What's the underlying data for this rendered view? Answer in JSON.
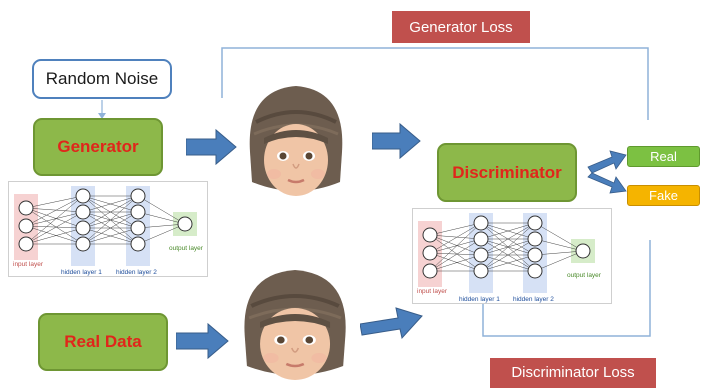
{
  "labels": {
    "generator_loss": "Generator Loss",
    "random_noise": "Random Noise",
    "generator": "Generator",
    "discriminator": "Discriminator",
    "real_data": "Real Data",
    "real": "Real",
    "fake": "Fake",
    "discriminator_loss": "Discriminator Loss"
  },
  "nn_generator": {
    "input_layer": "input layer",
    "hidden_layer_1": "hidden layer 1",
    "hidden_layer_2": "hidden layer 2",
    "output_layer": "output layer"
  },
  "nn_discriminator": {
    "input_layer": "input layer",
    "hidden_layer_1": "hidden layer 1",
    "hidden_layer_2": "hidden layer 2",
    "output_layer": "output layer"
  },
  "colors": {
    "loss_red": "#c0504d",
    "green": "#8db84a",
    "label_red": "#e0261b",
    "arrow_blue": "#4a7ebb",
    "real_green": "#7cc142",
    "fake_orange": "#f5b400",
    "line_blue": "#8fb2d9"
  },
  "images": {
    "generated_face": "baby-face-in-knit-hat",
    "real_face": "baby-face-in-knit-hat"
  }
}
